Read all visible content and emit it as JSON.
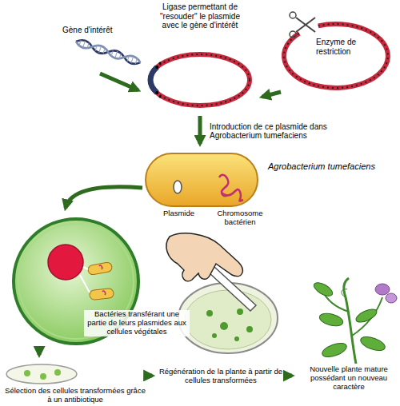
{
  "diagram": {
    "nodes": [
      {
        "text": [
          "Gène d'intérêt"
        ]
      },
      {
        "text": [
          "Ligase permettant de \"resouder\" le plasmide avec le gène d'intérêt"
        ]
      },
      {
        "text": [
          "Enzyme de restriction"
        ]
      },
      {
        "text": [
          "Agrobacterium tumefaciens"
        ]
      },
      {
        "text": [
          "Plasmide"
        ],
        "in": 3
      },
      {
        "text": [
          "Chromosome bactérien"
        ],
        "in": 3
      },
      {
        "text": [
          "Bactéries transférant une partie de leurs plasmides aux cellules végétales"
        ]
      },
      {
        "text": [
          "Sélection des cellules transformées grâce à un antibiotique"
        ]
      },
      {
        "text": [
          "Régénération de la plante à partir de cellules transformées"
        ]
      },
      {
        "text": [
          "Nouvelle plante mature possédant un nouveau caractère"
        ]
      }
    ],
    "edges": [
      {
        "from": 0,
        "to": 1,
        "arrow": "to"
      },
      {
        "from": 2,
        "to": 1,
        "arrow": "to"
      },
      {
        "from": 1,
        "to": 3,
        "arrow": "to",
        "label": "Introduction de ce plasmide dans Agrobacterium tumefaciens"
      },
      {
        "from": 3,
        "to": 6,
        "arrow": "to"
      },
      {
        "from": 6,
        "to": 7,
        "arrow": "to"
      },
      {
        "from": 7,
        "to": 8,
        "arrow": "to"
      },
      {
        "from": 8,
        "to": 9,
        "arrow": "to"
      }
    ]
  }
}
